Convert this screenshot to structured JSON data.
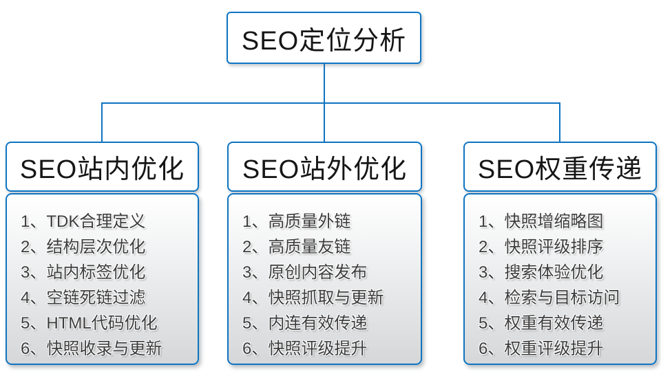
{
  "diagram": {
    "root_label": "SEO定位分析",
    "accent_color": "#0d74c2",
    "columns": [
      {
        "title": "SEO站内优化",
        "items": [
          "1、TDK合理定义",
          "2、结构层次优化",
          "3、站内标签优化",
          "4、空链死链过滤",
          "5、HTML代码优化",
          "6、快照收录与更新"
        ]
      },
      {
        "title": "SEO站外优化",
        "items": [
          "1、高质量外链",
          "2、高质量友链",
          "3、原创内容发布",
          "4、快照抓取与更新",
          "5、内连有效传递",
          "6、快照评级提升"
        ]
      },
      {
        "title": "SEO权重传递",
        "items": [
          "1、快照增缩略图",
          "2、快照评级排序",
          "3、搜索体验优化",
          "4、检索与目标访问",
          "5、权重有效传递",
          "6、权重评级提升"
        ]
      }
    ]
  }
}
